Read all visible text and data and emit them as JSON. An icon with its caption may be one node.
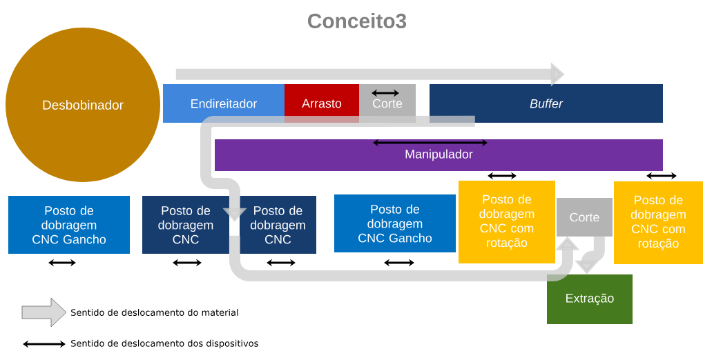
{
  "diagram": {
    "title": "Conceito3",
    "nodes": [
      {
        "text": [
          "Desbobinador"
        ]
      },
      {
        "text": [
          "Endireitador"
        ]
      },
      {
        "text": [
          "Arrasto"
        ]
      },
      {
        "text": [
          "Corte"
        ]
      },
      {
        "text": [
          "Buffer"
        ]
      },
      {
        "text": [
          "Manipulador"
        ]
      },
      {
        "text": [
          "Posto de dobragem CNC Gancho"
        ]
      },
      {
        "text": [
          "Posto de dobragem CNC"
        ]
      },
      {
        "text": [
          "Posto de dobragem CNC"
        ]
      },
      {
        "text": [
          "Posto de dobragem CNC Gancho"
        ]
      },
      {
        "text": [
          "Posto de dobragem CNC com rotação"
        ]
      },
      {
        "text": [
          "Corte"
        ]
      },
      {
        "text": [
          "Posto de dobragem CNC com rotação"
        ]
      },
      {
        "text": [
          "Extração"
        ]
      }
    ],
    "edges": [
      {
        "from": 1,
        "to": 4,
        "arrow": "to"
      },
      {
        "from": 4,
        "to": 8,
        "arrow": "to"
      },
      {
        "from": 8,
        "to": 11,
        "arrow": "to"
      },
      {
        "from": 11,
        "to": 13,
        "arrow": "to"
      }
    ],
    "legend": [
      {
        "text": "Sentido de deslocamento do material"
      },
      {
        "text": "Sentido de deslocamento dos dispositivos"
      }
    ]
  }
}
